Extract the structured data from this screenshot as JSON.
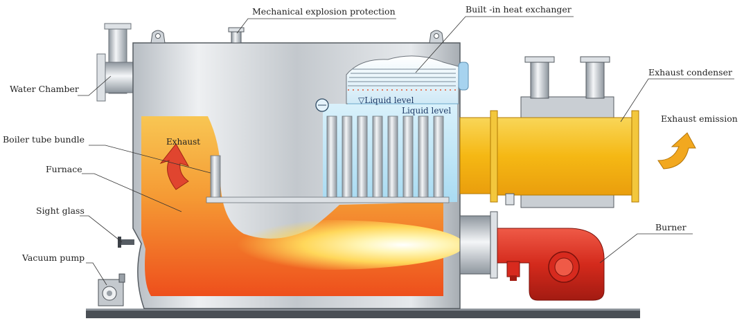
{
  "labels": {
    "mechanical_explosion_protection": "Mechanical explosion protection",
    "built_in_heat_exchanger": "Built -in heat exchanger",
    "water_chamber": "Water Chamber",
    "exhaust_condenser": "Exhaust condenser",
    "exhaust_emission": "Exhaust emission",
    "boiler_tube_bundle": "Boiler tube bundle",
    "furnace": "Furnace",
    "sight_glass": "Sight glass",
    "vacuum_pump": "Vacuum pump",
    "burner": "Burner",
    "exhaust": "Exhaust",
    "liquid_level_marker": "▽Liquid level",
    "liquid_level": "Liquid level"
  },
  "colors": {
    "shell": "#cfd4d9",
    "furnace_top": "#f6c24a",
    "furnace_bottom": "#f0531c",
    "condenser": "#f4bd18",
    "burner": "#d72a1e",
    "water": "#bfe5f7",
    "arrow_red": "#e0452f",
    "arrow_orange": "#f2a81f"
  }
}
